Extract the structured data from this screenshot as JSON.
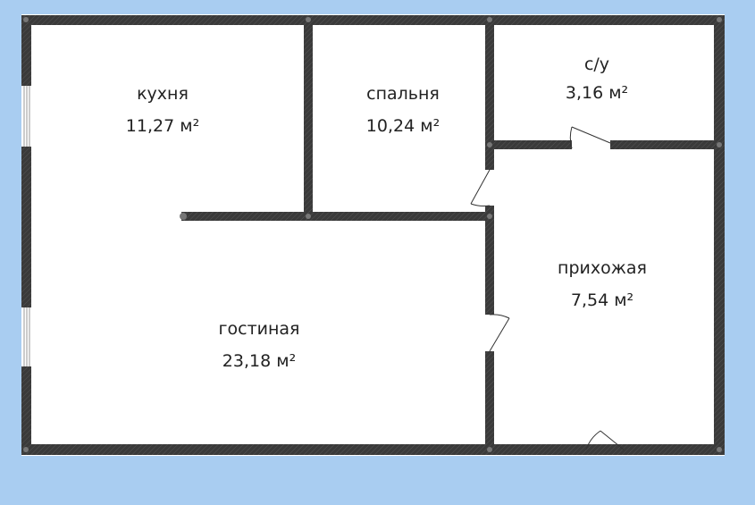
{
  "colors": {
    "background": "#a9cdf1",
    "floor": "#ffffff",
    "wall": "#3a3a3a"
  },
  "rooms": [
    {
      "id": "kitchen",
      "name": "кухня",
      "area": "11,27 м²"
    },
    {
      "id": "bedroom",
      "name": "спальня",
      "area": "10,24 м²"
    },
    {
      "id": "bathroom",
      "name": "с/у",
      "area": "3,16 м²"
    },
    {
      "id": "hallway",
      "name": "прихожая",
      "area": "7,54 м²"
    },
    {
      "id": "living",
      "name": "гостиная",
      "area": "23,18 м²"
    }
  ]
}
